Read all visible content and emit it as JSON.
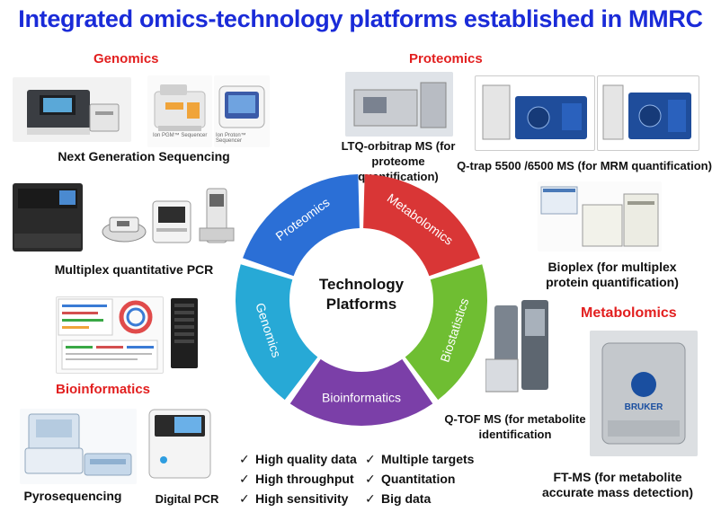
{
  "title": "Integrated omics-technology platforms established in MMRC",
  "sections": {
    "genomics": "Genomics",
    "proteomics": "Proteomics",
    "metabolomics": "Metabolomics",
    "bioinformatics": "Bioinformatics"
  },
  "captions": {
    "ngs": "Next Generation Sequencing",
    "qpcr": "Multiplex quantitative PCR",
    "ltq_line1": "LTQ-orbitrap MS  (for",
    "ltq_line2": "proteome quantification)",
    "qtrap": "Q-trap 5500 /6500 MS (for MRM quantification)",
    "bioplex_line1": "Bioplex (for multiplex",
    "bioplex_line2": "protein quantification)",
    "qtof_line1": "Q-TOF MS (for metabolite",
    "qtof_line2": "identification",
    "ftms_line1": "FT-MS (for metabolite",
    "ftms_line2": "accurate mass detection)",
    "pyro": "Pyrosequencing",
    "dpcr": "Digital PCR"
  },
  "equipment_text": {
    "ion_pgm": "Ion PGM™ Sequencer",
    "ion_proton": "Ion Proton™ Sequencer",
    "bruker": "BRUKER"
  },
  "center": {
    "line1": "Technology",
    "line2": "Platforms"
  },
  "ring": [
    {
      "label": "Genomics",
      "color": "#27a9d6"
    },
    {
      "label": "Proteomics",
      "color": "#2b6fd6"
    },
    {
      "label": "Metabolomics",
      "color": "#d93636"
    },
    {
      "label": "Biostatistics",
      "color": "#6fbe32"
    },
    {
      "label": "Bioinformatics",
      "color": "#7b3fa8"
    }
  ],
  "features": {
    "left": [
      "High quality data",
      "High throughput",
      "High sensitivity"
    ],
    "right": [
      "Multiple targets",
      "Quantitation",
      "Big data"
    ],
    "mark": "✓"
  },
  "colors": {
    "title": "#1a2bd8",
    "section": "#e21f1f"
  }
}
